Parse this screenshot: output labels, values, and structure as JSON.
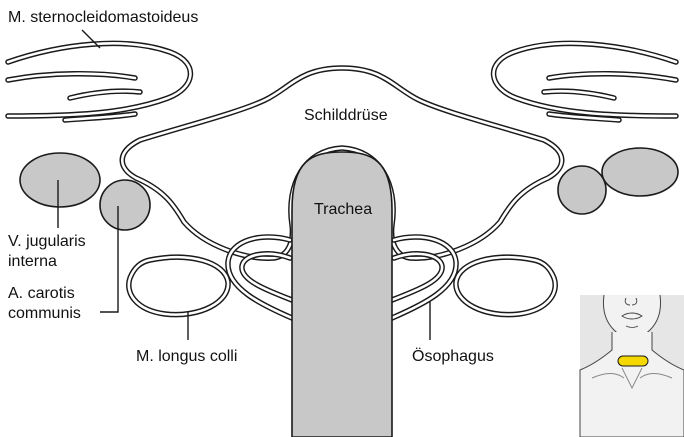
{
  "labels": {
    "sternocleidomastoideus": "M. sternocleidomastoideus",
    "schilddruese": "Schilddrüse",
    "trachea": "Trachea",
    "jugularis_line1": "V. jugularis",
    "jugularis_line2": "interna",
    "carotis_line1": "A. carotis",
    "carotis_line2": "communis",
    "longus_colli": "M. longus colli",
    "oesophagus": "Ösophagus"
  },
  "colors": {
    "outline": "#1a1a1a",
    "vessel_fill": "#c8c8c8",
    "trachea_fill": "#c8c8c8",
    "inset_background": "#e6e6e6",
    "inset_highlight": "#f5d800"
  }
}
